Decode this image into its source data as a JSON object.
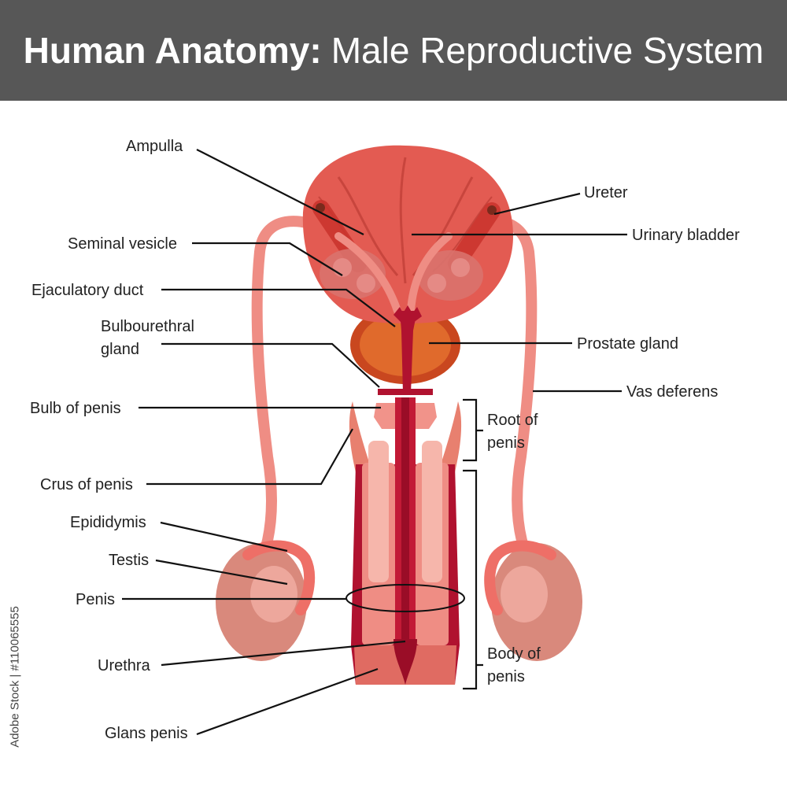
{
  "header": {
    "title_bold": "Human Anatomy:",
    "title_light": "Male Reproductive System"
  },
  "labels": {
    "ampulla": "Ampulla",
    "seminal_vesicle": "Seminal vesicle",
    "ejaculatory_duct": "Ejaculatory duct",
    "bulbourethral_line1": "Bulbourethral",
    "bulbourethral_line2": "gland",
    "bulb_of_penis": "Bulb of penis",
    "crus_of_penis": "Crus of penis",
    "epididymis": "Epididymis",
    "testis": "Testis",
    "penis": "Penis",
    "urethra": "Urethra",
    "glans_penis": "Glans penis",
    "ureter": "Ureter",
    "urinary_bladder": "Urinary bladder",
    "prostate_gland": "Prostate gland",
    "vas_deferens": "Vas deferens",
    "root_line1": "Root of",
    "root_line2": "penis",
    "body_line1": "Body of",
    "body_line2": "penis"
  },
  "stock_id": "Adobe Stock | #110065555",
  "colors": {
    "header_bg": "#575757",
    "bladder": "#e35b52",
    "tube": "#ef8d84",
    "deep_red": "#b0122f",
    "prostate": "#e06a2c",
    "testis": "#d9897c"
  }
}
